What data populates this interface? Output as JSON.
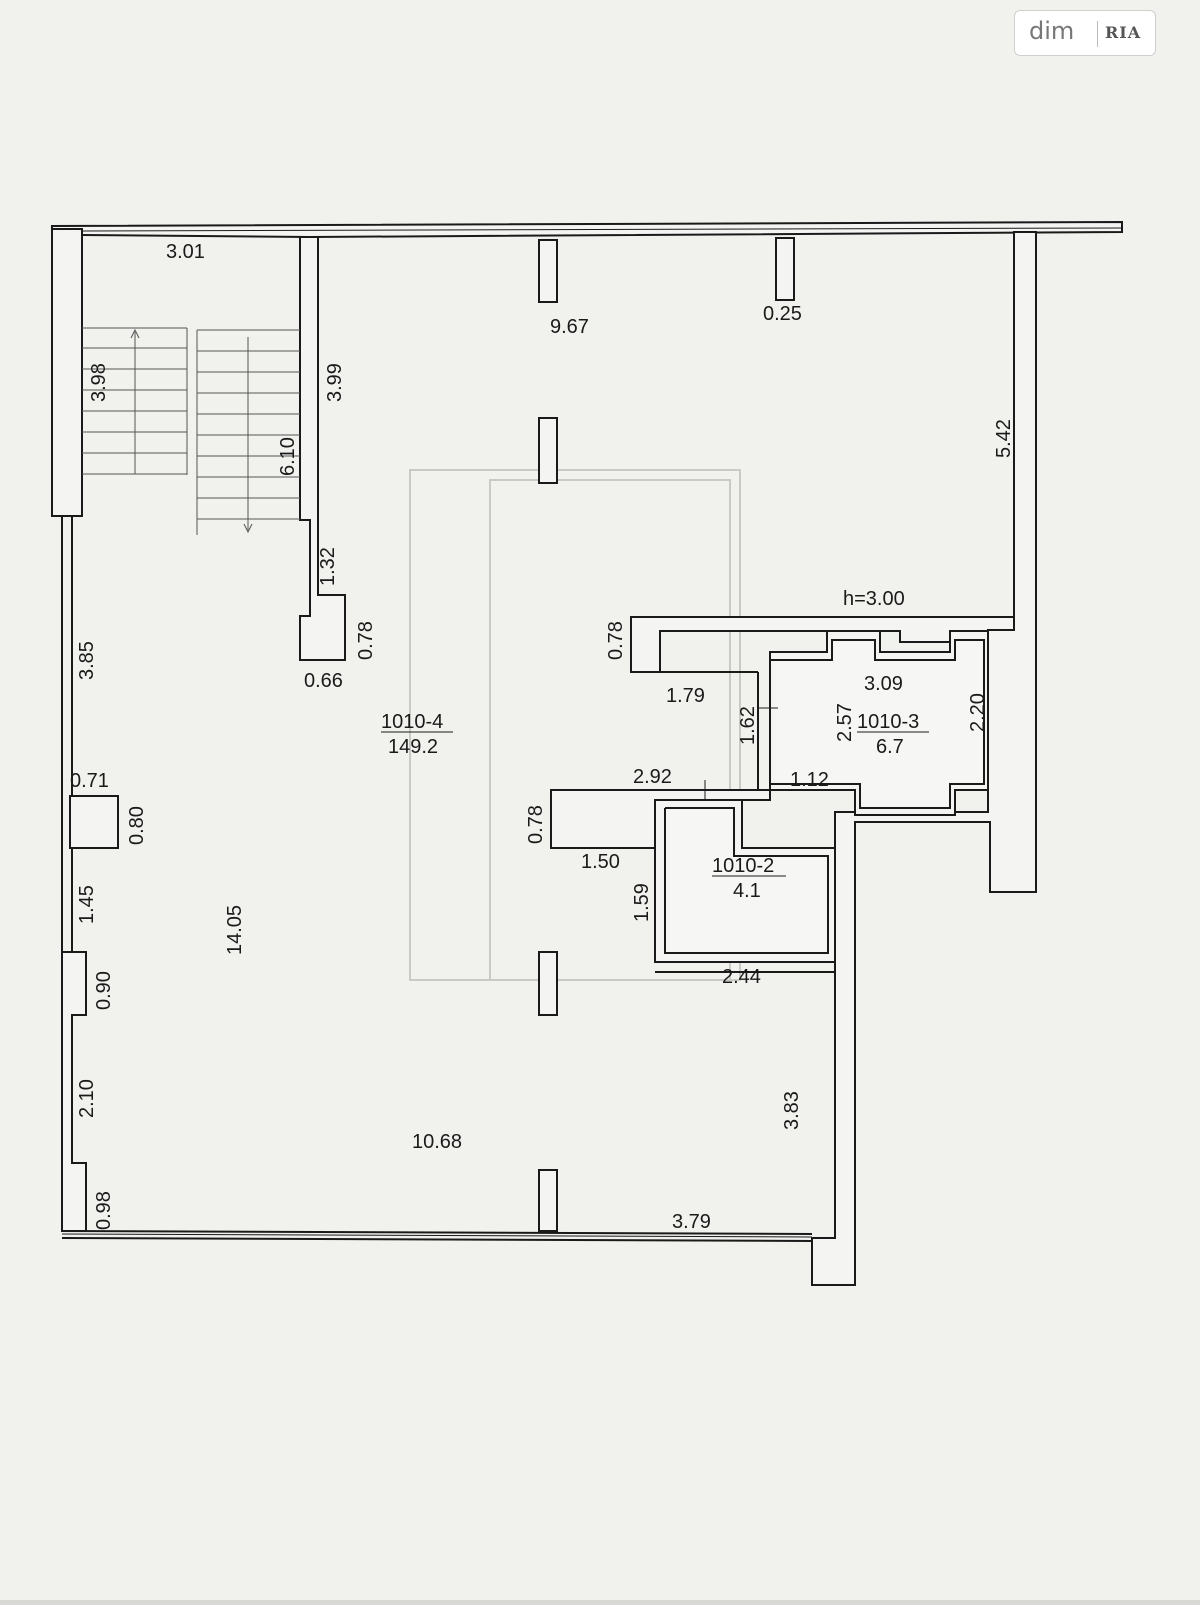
{
  "watermark": {
    "brand_left": "dim",
    "brand_right": "RIA"
  },
  "rooms": [
    {
      "id": "1010-4",
      "area": "149.2"
    },
    {
      "id": "1010-3",
      "area": "6.7"
    },
    {
      "id": "1010-2",
      "area": "4.1"
    }
  ],
  "ceiling_height": "h=3.00",
  "dimensions": {
    "d_3_01": "3.01",
    "d_9_67": "9.67",
    "d_0_25": "0.25",
    "d_3_98": "3.98",
    "d_3_99": "3.99",
    "d_6_10": "6.10",
    "d_5_42": "5.42",
    "d_1_32": "1.32",
    "d_0_78_a": "0.78",
    "d_0_66": "0.66",
    "d_3_85": "3.85",
    "d_0_78_b": "0.78",
    "d_1_79": "1.79",
    "d_1_62": "1.62",
    "d_3_09": "3.09",
    "d_2_57": "2.57",
    "d_2_20": "2.20",
    "d_0_71": "0.71",
    "d_0_80": "0.80",
    "d_2_92": "2.92",
    "d_1_12": "1.12",
    "d_0_78_c": "0.78",
    "d_1_50": "1.50",
    "d_1_45": "1.45",
    "d_1_59": "1.59",
    "d_14_05": "14.05",
    "d_0_90": "0.90",
    "d_2_44": "2.44",
    "d_2_10": "2.10",
    "d_3_83": "3.83",
    "d_10_68": "10.68",
    "d_0_98": "0.98",
    "d_3_79": "3.79"
  },
  "colors": {
    "paper": "#f4f4f2",
    "ink": "#1a1a1a",
    "background": "#d8d8d4"
  }
}
